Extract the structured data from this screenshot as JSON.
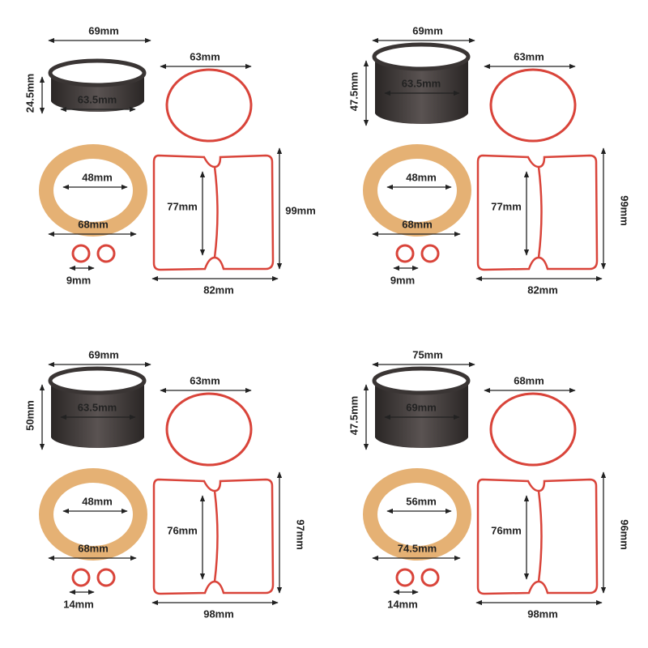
{
  "colors": {
    "sleeve": "#3a3534",
    "gasket_ring": "#e0a35c",
    "o_ring": "#d9443a",
    "arrow": "#222222"
  },
  "quadrants": [
    {
      "name": "kit-a",
      "labels": {
        "sleeve_width": "69mm",
        "sleeve_inner": "63.5mm",
        "sleeve_height": "24.5mm",
        "o_ring": "63mm",
        "ring_inner": "48mm",
        "ring_outer": "68mm",
        "small_ring": "9mm",
        "gasket_inner": "77mm",
        "gasket_height": "99mm",
        "gasket_width": "82mm"
      }
    },
    {
      "name": "kit-b",
      "labels": {
        "sleeve_width": "69mm",
        "sleeve_inner": "63.5mm",
        "sleeve_height": "47.5mm",
        "o_ring": "63mm",
        "ring_inner": "48mm",
        "ring_outer": "68mm",
        "small_ring": "9mm",
        "gasket_inner": "77mm",
        "gasket_height": "99mm",
        "gasket_width": "82mm"
      }
    },
    {
      "name": "kit-c",
      "labels": {
        "sleeve_width": "69mm",
        "sleeve_inner": "63.5mm",
        "sleeve_height": "50mm",
        "o_ring": "63mm",
        "ring_inner": "48mm",
        "ring_outer": "68mm",
        "small_ring": "14mm",
        "gasket_inner": "76mm",
        "gasket_height": "97mm",
        "gasket_width": "98mm"
      }
    },
    {
      "name": "kit-d",
      "labels": {
        "sleeve_width": "75mm",
        "sleeve_inner": "69mm",
        "sleeve_height": "47.5mm",
        "o_ring": "68mm",
        "ring_inner": "56mm",
        "ring_outer": "74.5mm",
        "small_ring": "14mm",
        "gasket_inner": "76mm",
        "gasket_height": "96mm",
        "gasket_width": "98mm"
      }
    }
  ]
}
